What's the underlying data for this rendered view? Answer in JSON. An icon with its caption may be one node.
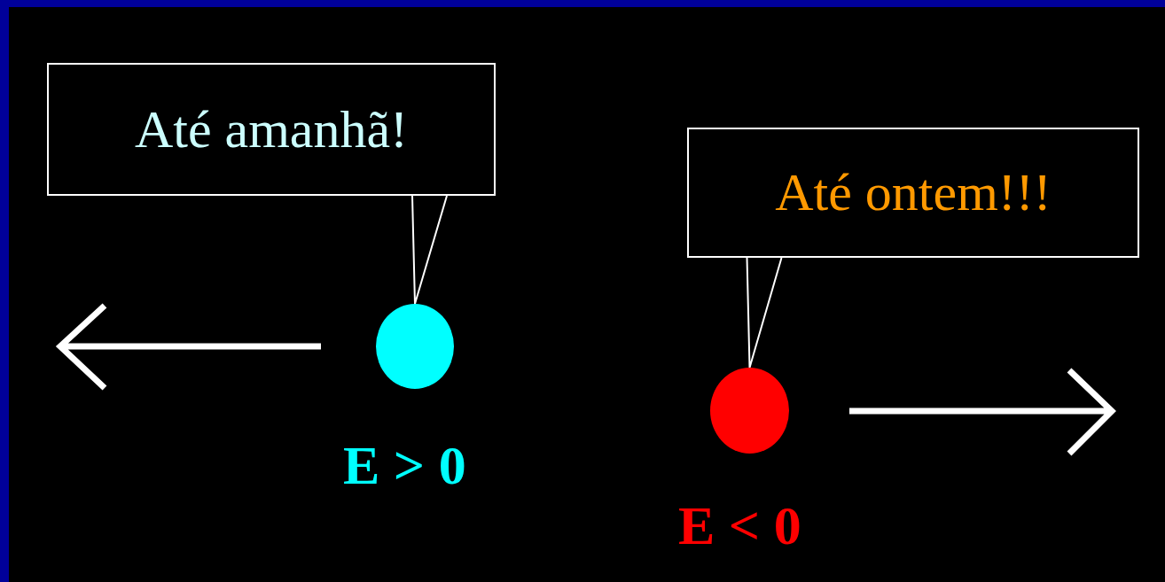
{
  "diagram": {
    "nodes": [
      {
        "text": [
          "Até amanhã!"
        ]
      },
      {
        "text": [],
        "shape": "circle",
        "beside": [
          "E > 0"
        ]
      },
      {
        "text": [
          "Até ontem!!!"
        ]
      },
      {
        "text": [],
        "shape": "circle",
        "beside": [
          "E < 0"
        ]
      }
    ],
    "edges": [
      {
        "from": 0,
        "to": 1,
        "arrow": "none"
      },
      {
        "from": 2,
        "to": 3,
        "arrow": "none"
      }
    ]
  }
}
